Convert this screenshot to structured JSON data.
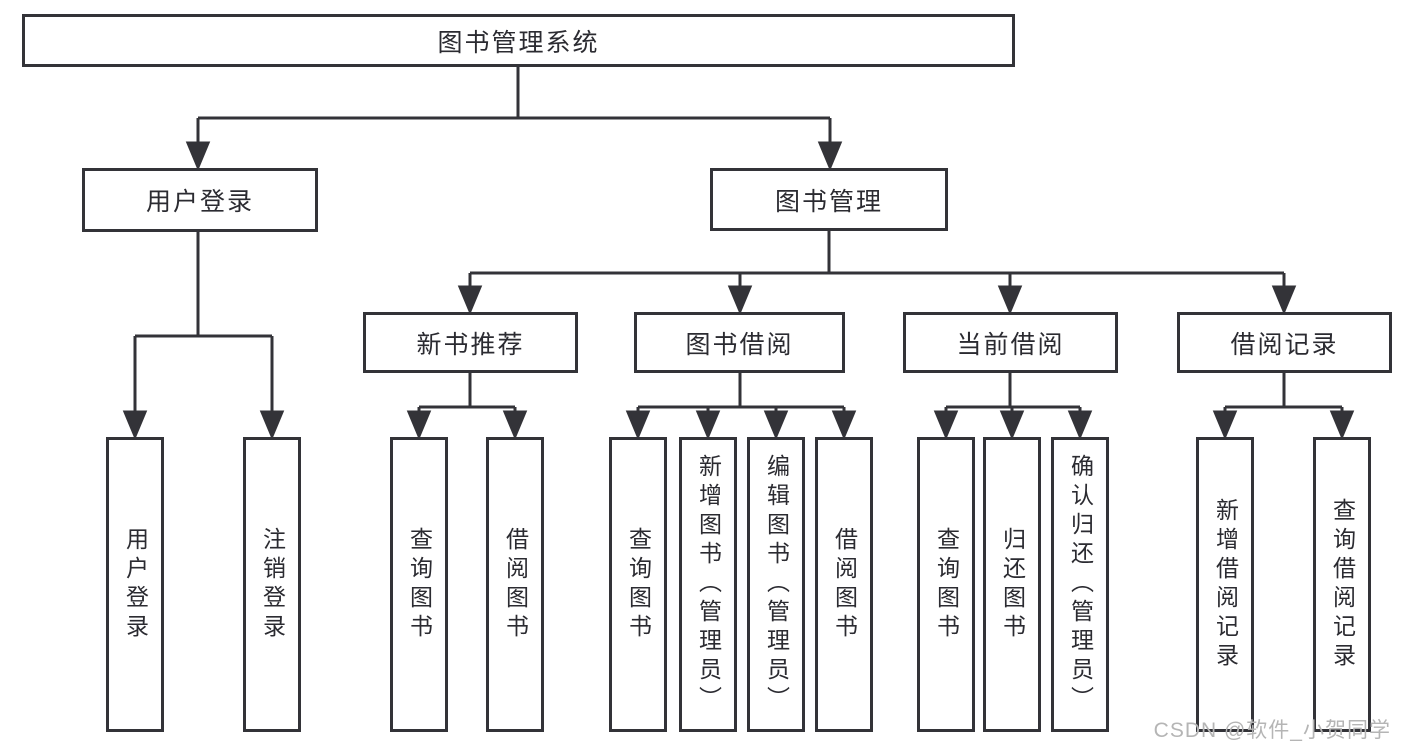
{
  "colors": {
    "line": "#333338",
    "text": "#2b2b31",
    "background": "#ffffff",
    "watermark": "#b5b5b5"
  },
  "tree": {
    "root": {
      "label": "图书管理系统"
    },
    "branches": [
      {
        "label": "用户登录",
        "leaves": [
          {
            "label": "用户登录"
          },
          {
            "label": "注销登录"
          }
        ]
      },
      {
        "label": "图书管理",
        "groups": [
          {
            "label": "新书推荐",
            "leaves": [
              {
                "label": "查询图书"
              },
              {
                "label": "借阅图书"
              }
            ]
          },
          {
            "label": "图书借阅",
            "leaves": [
              {
                "label": "查询图书"
              },
              {
                "label": "新增图书（管理员）"
              },
              {
                "label": "编辑图书（管理员）"
              },
              {
                "label": "借阅图书"
              }
            ]
          },
          {
            "label": "当前借阅",
            "leaves": [
              {
                "label": "查询图书"
              },
              {
                "label": "归还图书"
              },
              {
                "label": "确认归还（管理员）"
              }
            ]
          },
          {
            "label": "借阅记录",
            "leaves": [
              {
                "label": "新增借阅记录"
              },
              {
                "label": "查询借阅记录"
              }
            ]
          }
        ]
      }
    ]
  },
  "watermark": {
    "text": "CSDN @软件_小贺同学"
  }
}
